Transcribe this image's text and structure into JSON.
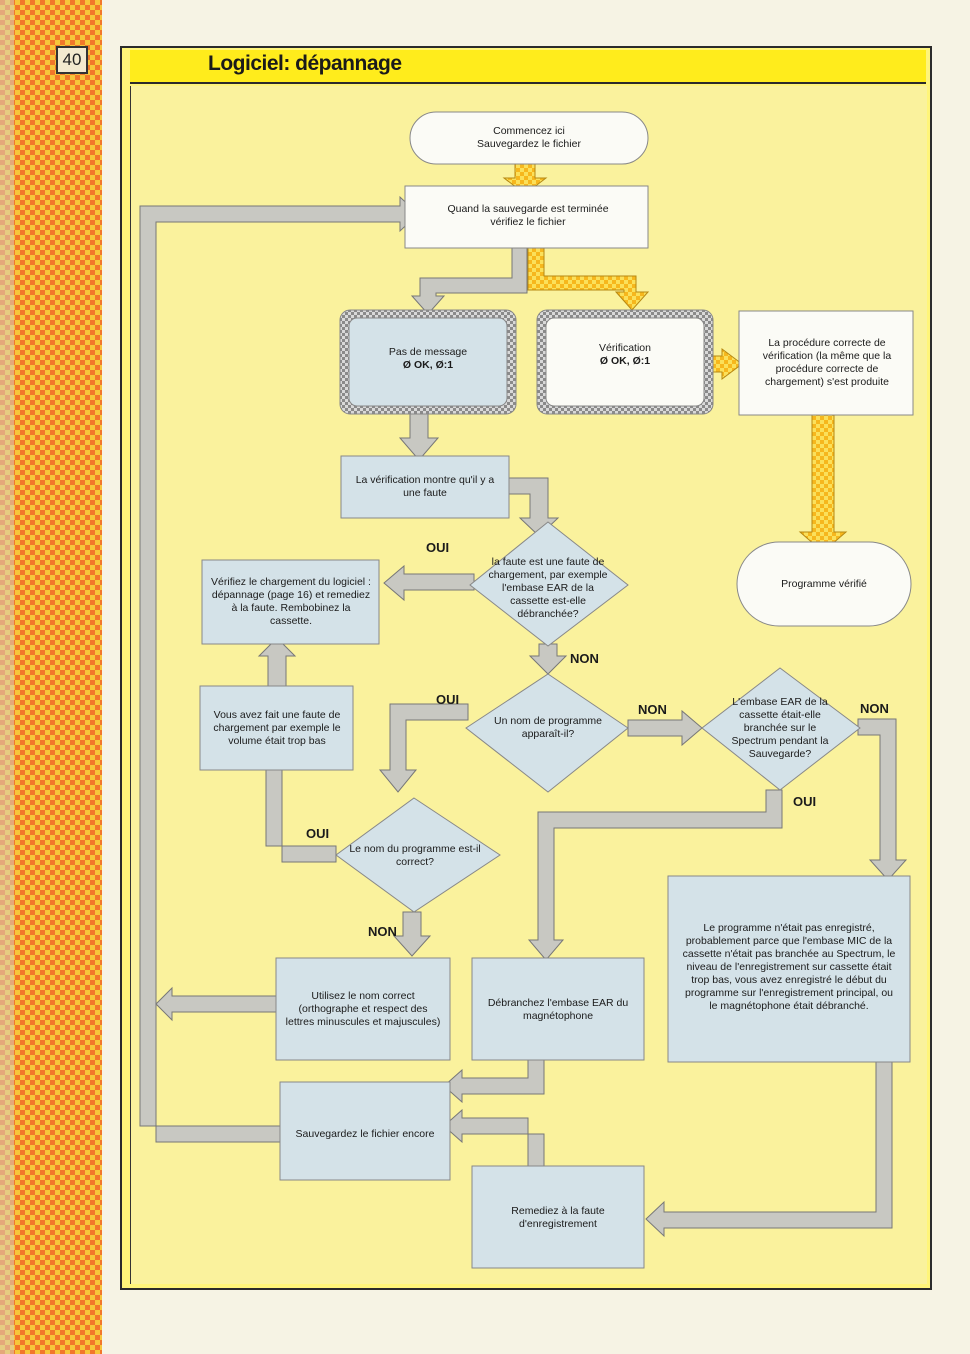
{
  "page": {
    "number": "40",
    "title": "Logiciel: dépannage"
  },
  "nodes": {
    "start": {
      "line1": "Commencez ici",
      "line2": "Sauvegardez le fichier"
    },
    "verify": "Quand la sauvegarde est terminée vérifiez le fichier",
    "no_message": {
      "line1": "Pas de message",
      "line2": "Ø OK, Ø:1"
    },
    "verification": {
      "line1": "Vérification",
      "line2": "Ø OK, Ø:1"
    },
    "correct_procedure": "La procédure correcte de vérification (la même que la procédure correcte de chargement) s'est produite",
    "fault_shown": "La vérification montre qu'il y a une faute",
    "program_verified": "Programme vérifié",
    "is_load_fault": "la faute est une faute de chargement, par exemple l'embase EAR de la cassette est-elle débranchée?",
    "check_loading": "Vérifiez le chargement du logiciel : dépannage (page 16) et remediez à la faute. Rembobinez la cassette.",
    "name_appears": "Un nom de programme apparaît-il?",
    "ear_connected": "L'embase EAR de la cassette était-elle branchée sur le Spectrum pendant la Sauvegarde?",
    "loading_error": "Vous avez fait une faute de chargement par exemple le volume était trop bas",
    "name_correct": "Le nom du programme est-il correct?",
    "not_recorded": "Le programme n'était pas enregistré, probablement parce que l'embase MIC de la cassette n'était pas branchée au Spectrum, le niveau de l'enregistrement sur cassette était trop bas, vous avez enregistré le début du programme sur l'enregistrement principal, ou le magnétophone était débranché.",
    "use_correct_name": "Utilisez le nom correct (orthographe et respect des lettres minuscules et majuscules)",
    "unplug_ear": "Débranchez l'embase EAR du magnétophone",
    "save_again": "Sauvegardez le fichier encore",
    "fix_recording": "Remediez à la faute d'enregistrement"
  },
  "labels": {
    "oui_1": "OUI",
    "non_1": "NON",
    "oui_2": "OUI",
    "non_2": "NON",
    "non_3": "NON",
    "oui_3": "OUI",
    "oui_4": "OUI",
    "non_4": "NON"
  },
  "colors": {
    "page_bg": "#faf29d",
    "box_blue": "#d4e2e8",
    "box_white": "#fbfbf6",
    "arrow_grey": "#c7c7c1",
    "arrow_yellow": "#f8c42a",
    "title_yellow": "#ffec1c"
  }
}
